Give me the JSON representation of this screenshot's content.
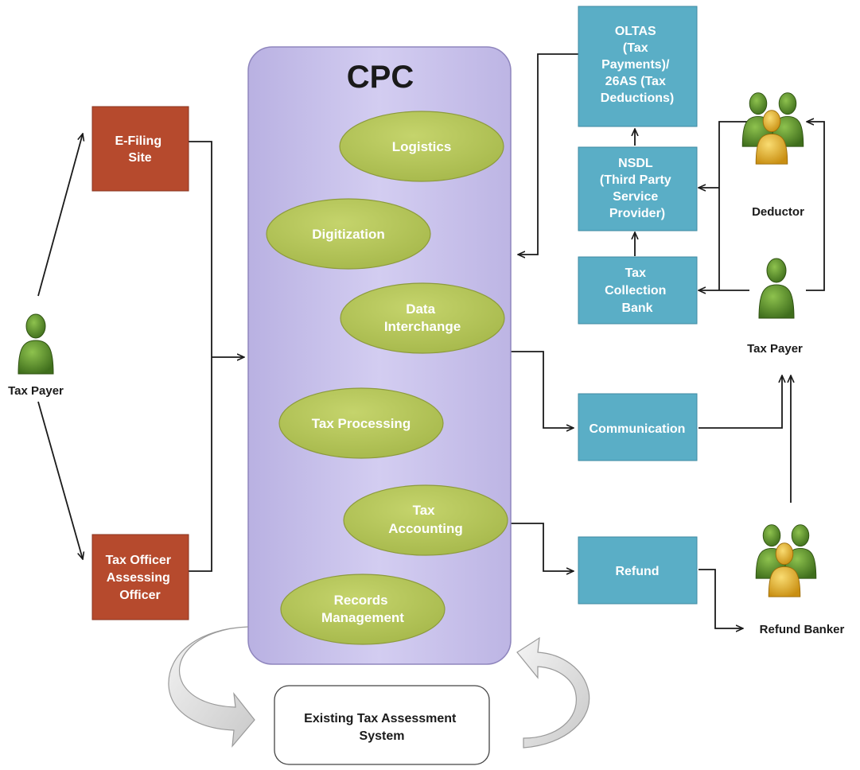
{
  "cpc": {
    "title": "CPC",
    "modules": {
      "logistics": "Logistics",
      "digitization": "Digitization",
      "data_interchange": [
        "Data",
        "Interchange"
      ],
      "tax_processing": "Tax Processing",
      "tax_accounting": [
        "Tax",
        "Accounting"
      ],
      "records_management": [
        "Records",
        "Management"
      ]
    }
  },
  "left": {
    "tax_payer": "Tax Payer",
    "efiling": [
      "E-Filing",
      "Site"
    ],
    "tax_officer": [
      "Tax Officer",
      "Assessing",
      "Officer"
    ]
  },
  "right": {
    "oltas": [
      "OLTAS",
      "(Tax",
      "Payments)/",
      "26AS (Tax",
      "Deductions)"
    ],
    "nsdl": [
      "NSDL",
      "(Third Party",
      "Service",
      "Provider)"
    ],
    "bank": [
      "Tax",
      "Collection",
      "Bank"
    ],
    "communication": "Communication",
    "refund": "Refund",
    "deductor": "Deductor",
    "tax_payer": "Tax Payer",
    "refund_banker": "Refund Banker"
  },
  "bottom": {
    "existing_system": [
      "Existing Tax Assessment",
      "System"
    ]
  },
  "colors": {
    "cpc_fill": "#c9c2ea",
    "cpc_stroke": "#8f86bd",
    "ellipse_fill": "#b4c45b",
    "ellipse_stroke": "#8d9b3c",
    "red_box": "#b64a2d",
    "blue_box": "#5aaec6",
    "person_green": "#5f8f2c",
    "person_yellow": "#e6b730",
    "arrow": "#1a1a1a"
  }
}
